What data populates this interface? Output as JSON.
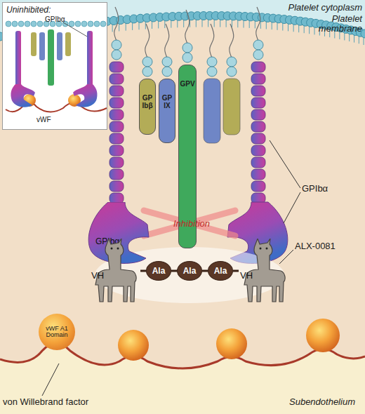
{
  "diagram": {
    "nodes": [
      {
        "text": [
          "Uninhibited:"
        ]
      },
      {
        "text": [
          "GP Ibβ"
        ]
      },
      {
        "text": [
          "GP IX"
        ]
      },
      {
        "text": [
          "GPV"
        ]
      },
      {
        "text": [
          "GPIbα"
        ]
      },
      {
        "text": [
          "VH"
        ]
      },
      {
        "text": [
          "Ala"
        ]
      },
      {
        "text": [
          "Ala"
        ]
      },
      {
        "text": [
          "Ala"
        ]
      },
      {
        "text": [
          "VH"
        ]
      },
      {
        "text": [
          "vWF A1 Domain"
        ]
      }
    ],
    "edges": [
      {
        "from": 5,
        "to": 6,
        "arrow": "none"
      },
      {
        "from": 6,
        "to": 7,
        "arrow": "none"
      },
      {
        "from": 7,
        "to": 8,
        "arrow": "none"
      },
      {
        "from": 8,
        "to": 9,
        "arrow": "none"
      }
    ],
    "labels": [
      "GPIbα",
      "vWF",
      "Platelet cytoplasm",
      "Platelet membrane",
      "GPIbα",
      "Inhibition",
      "ALX-0081",
      "von Willebrand factor",
      "Subendothelium"
    ]
  }
}
